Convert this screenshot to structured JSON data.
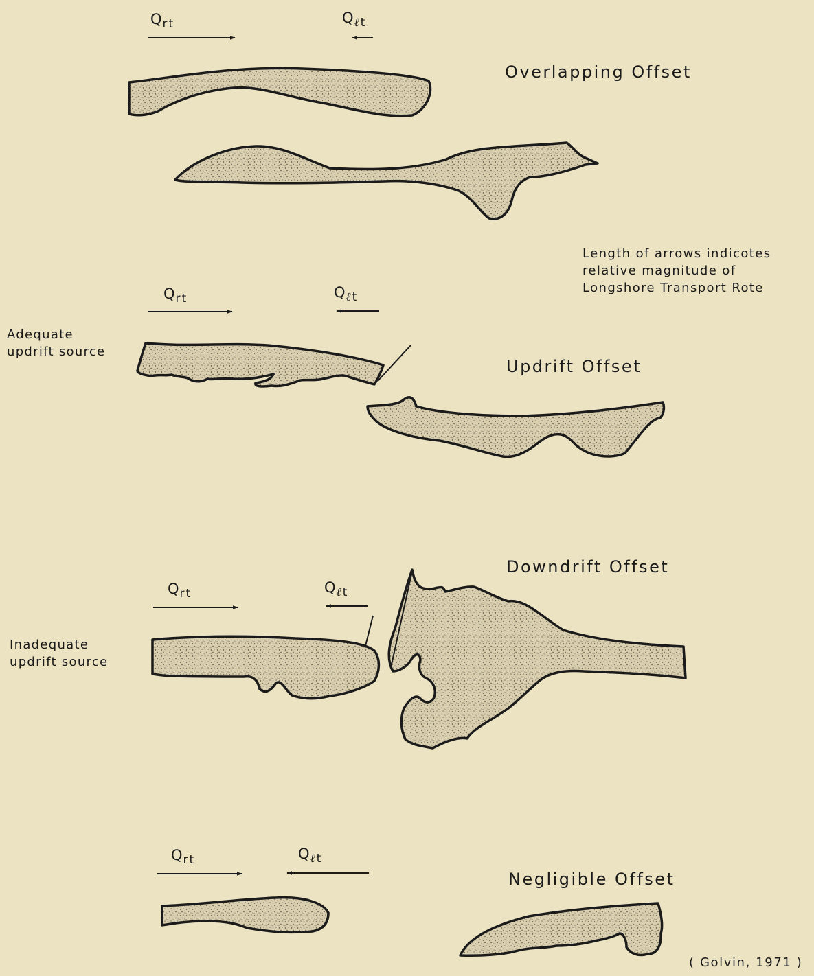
{
  "panels": [
    {
      "title": "Overlapping Offset",
      "q_right": {
        "base": "Q",
        "sub": "rt"
      },
      "q_left": {
        "base": "Q",
        "sub_l": "ℓ",
        "sub": "t"
      },
      "source_label": []
    },
    {
      "title": "Updrift Offset",
      "q_right": {
        "base": "Q",
        "sub": "rt"
      },
      "q_left": {
        "base": "Q",
        "sub_l": "ℓ",
        "sub": "t"
      },
      "source_label": [
        "Adequate",
        "updrift source"
      ]
    },
    {
      "title": "Downdrift Offset",
      "q_right": {
        "base": "Q",
        "sub": "rt"
      },
      "q_left": {
        "base": "Q",
        "sub_l": "ℓ",
        "sub": "t"
      },
      "source_label": [
        "Inadequate",
        "updrift source"
      ]
    },
    {
      "title": "Negligible Offset",
      "q_right": {
        "base": "Q",
        "sub": "rt"
      },
      "q_left": {
        "base": "Q",
        "sub_l": "ℓ",
        "sub": "t"
      },
      "source_label": []
    }
  ],
  "note": [
    "Length of arrows indicotes",
    "relative magnitude of",
    "Longshore Transport Rote"
  ],
  "citation": "( Golvin, 1971 )",
  "colors": {
    "paper": "#ece3c3",
    "sand": "#d9cfae",
    "ink": "#1b1b1b"
  }
}
